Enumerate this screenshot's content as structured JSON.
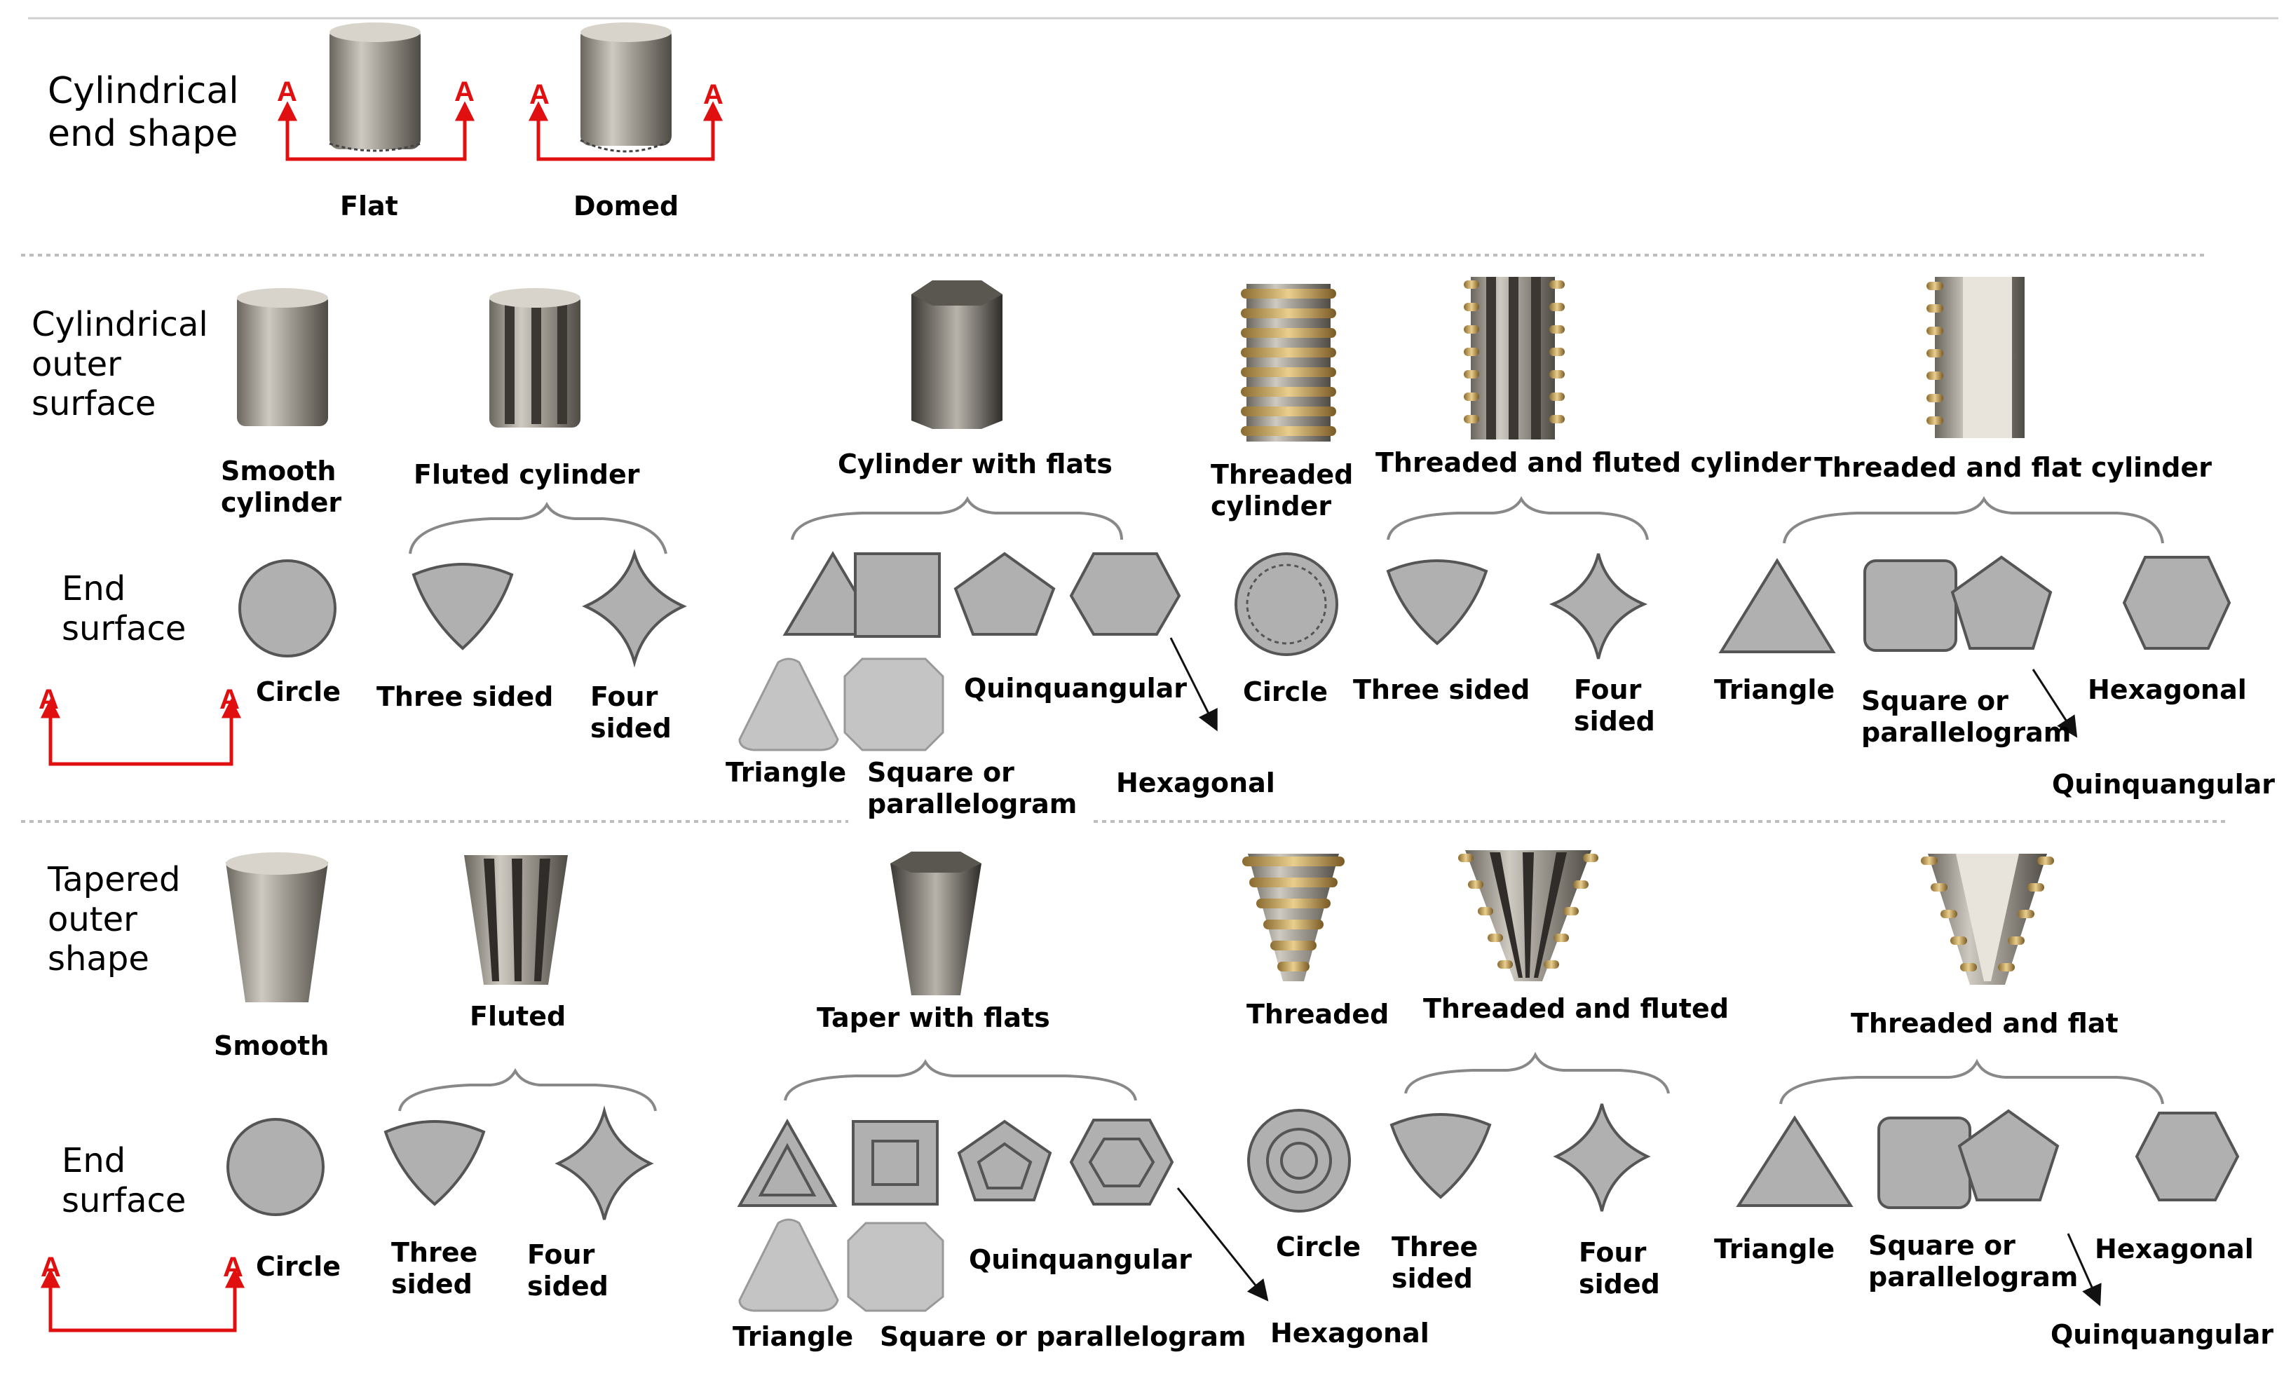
{
  "sections": {
    "end_shape": {
      "title": "Cylindrical end shape",
      "marker": "A",
      "items": [
        "Flat",
        "Domed"
      ]
    },
    "cyl": {
      "title": "Cylindrical outer surface",
      "end_title": "End surface",
      "marker": "A",
      "groups": {
        "smooth": {
          "name": "Smooth cylinder",
          "end": "Circle"
        },
        "fluted": {
          "name": "Fluted cylinder",
          "ends": [
            "Three sided",
            "Four sided"
          ]
        },
        "flats": {
          "name": "Cylinder with flats",
          "ends": [
            "Triangle",
            "Square or parallelogram",
            "Quinquangular",
            "Hexagonal"
          ]
        },
        "threaded": {
          "name": "Threaded cylinder",
          "end": "Circle"
        },
        "thr_fluted": {
          "name": "Threaded and fluted cylinder",
          "ends": [
            "Three sided",
            "Four sided"
          ]
        },
        "thr_flat": {
          "name": "Threaded and flat cylinder",
          "ends": [
            "Triangle",
            "Square or parallelogram",
            "Hexagonal",
            "Quinquangular"
          ]
        }
      }
    },
    "tap": {
      "title": "Tapered outer shape",
      "end_title": "End surface",
      "marker": "A",
      "groups": {
        "smooth": {
          "name": "Smooth",
          "end": "Circle"
        },
        "fluted": {
          "name": "Fluted",
          "ends": [
            "Three sided",
            "Four sided"
          ]
        },
        "flats": {
          "name": "Taper with flats",
          "ends": [
            "Triangle",
            "Square or parallelogram",
            "Quinquangular",
            "Hexagonal"
          ]
        },
        "threaded": {
          "name": "Threaded",
          "end": "Circle"
        },
        "thr_fluted": {
          "name": "Threaded and fluted",
          "ends": [
            "Three sided",
            "Four sided"
          ]
        },
        "thr_flat": {
          "name": "Threaded and flat",
          "ends": [
            "Triangle",
            "Square or parallelogram",
            "Hexagonal",
            "Quinquangular"
          ]
        }
      }
    }
  },
  "colors": {
    "metal_dark": "#6e6a62",
    "metal_light": "#d8d4cc",
    "end_fill": "#b0b0b0",
    "end_stroke": "#555555",
    "thread_gold": "#c9a45a",
    "annotation_red": "#e01010",
    "divider": "#bdbdbd"
  }
}
